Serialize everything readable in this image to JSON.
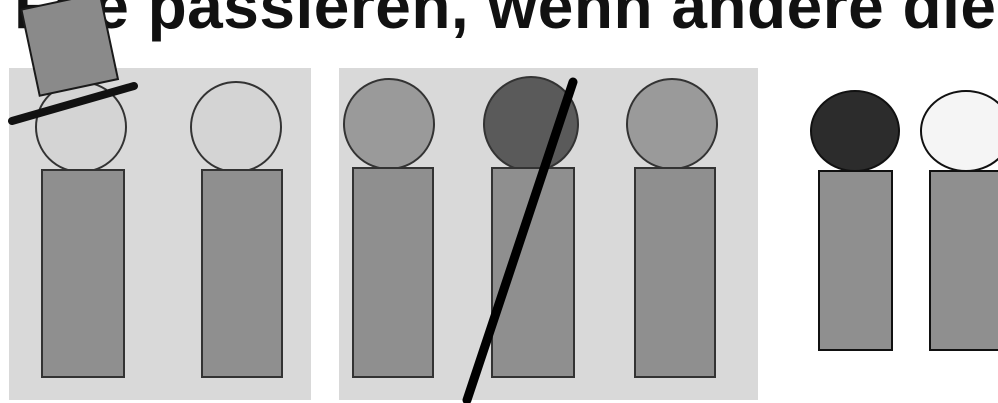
{
  "headline": "Fue passieren, wenn andere die",
  "colors": {
    "panel": "#d9d9d9",
    "body": "#8f8f8f",
    "outline": "#333333",
    "hat": "#8a8a8a",
    "strike": "#000000",
    "head_light": "#d4d4d4",
    "head_mid": "#9a9a9a",
    "head_dark": "#5a5a5a",
    "head_black": "#2c2c2c",
    "head_white": "#f5f5f5"
  },
  "groups": [
    {
      "name": "group-1",
      "figures": [
        {
          "head": "head_light",
          "accessory": "top-hat"
        },
        {
          "head": "head_light",
          "accessory": "none"
        }
      ]
    },
    {
      "name": "group-2",
      "figures": [
        {
          "head": "head_mid",
          "accessory": "none"
        },
        {
          "head": "head_dark",
          "accessory": "strike-through"
        },
        {
          "head": "head_mid",
          "accessory": "none"
        }
      ]
    },
    {
      "name": "group-3",
      "figures": [
        {
          "head": "head_black",
          "accessory": "none"
        },
        {
          "head": "head_white",
          "accessory": "none"
        }
      ]
    }
  ]
}
